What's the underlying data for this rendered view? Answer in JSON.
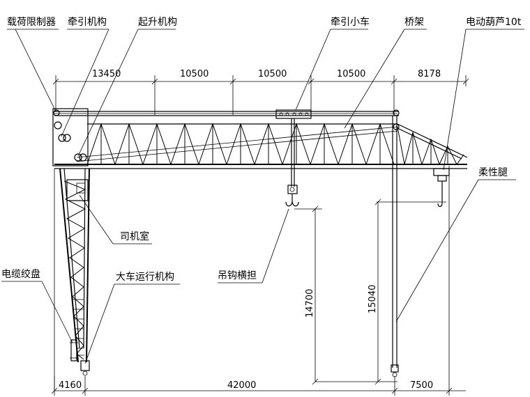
{
  "labels": {
    "load_limiter": "载荷限制器",
    "traction_mechanism": "牵引机构",
    "hoisting_mechanism": "起升机构",
    "traction_trolley": "牵引小车",
    "bridge": "桥架",
    "electric_hoist": "电动葫芦10t",
    "flexible_leg": "柔性腿",
    "operator_cab": "司机室",
    "cable_reel": "电缆绞盘",
    "crane_travel_mechanism": "大车运行机构",
    "hook_beam": "吊钩横担"
  },
  "dimensions": {
    "top_spans": [
      "13450",
      "10500",
      "10500",
      "10500",
      "8178"
    ],
    "lift_height_hook": "14700",
    "lift_height_hoist": "15040",
    "bottom_left": "4160",
    "bottom_span": "42000",
    "bottom_right": "7500"
  }
}
